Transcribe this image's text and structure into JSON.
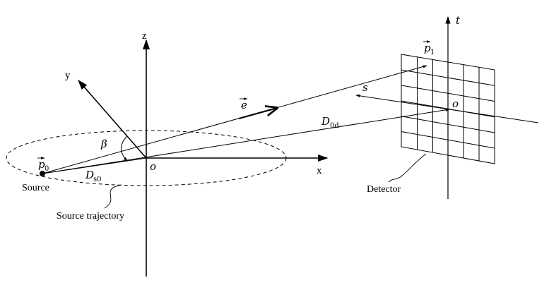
{
  "labels": {
    "z_axis": "z",
    "y_axis": "y",
    "x_axis": "x",
    "t_axis": "t",
    "s_axis": "s",
    "origin_main": "o",
    "origin_detector": "o",
    "beta": "β",
    "vec_e": "e",
    "vec_p0": "p",
    "vec_p0_sub": "0",
    "vec_p1": "p",
    "vec_p1_sub": "1",
    "d_s0": "D",
    "d_s0_sub": "s0",
    "d_0d": "D",
    "d_0d_sub": "0d",
    "source": "Source",
    "detector": "Detector",
    "source_trajectory": "Source trajectory"
  },
  "colors": {
    "ink": "#000000",
    "background": "#ffffff"
  }
}
